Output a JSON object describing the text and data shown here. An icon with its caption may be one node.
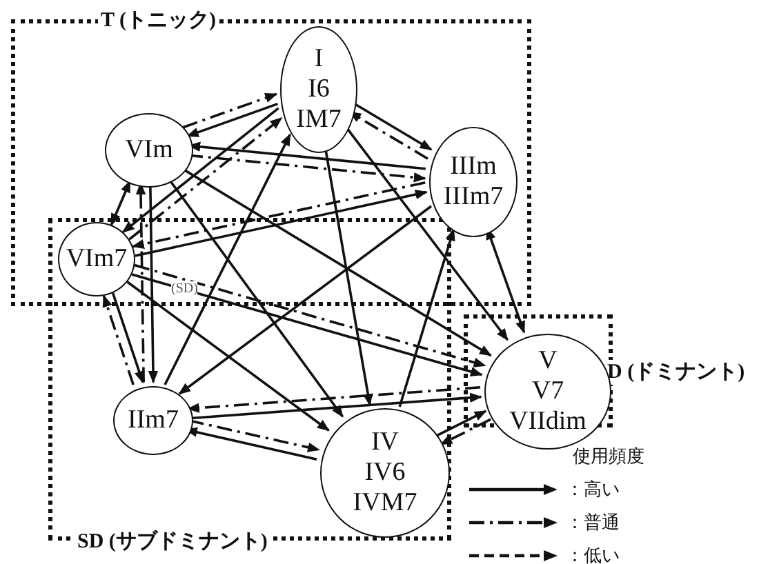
{
  "diagram": {
    "nodes": [
      {
        "text": [
          "T (トニック)"
        ]
      },
      {
        "text": [
          "SD (サブドミナント)"
        ]
      },
      {
        "text": [
          "D (ドミナント)"
        ]
      },
      {
        "text": [
          "I",
          "I6",
          "IM7"
        ],
        "in": 0
      },
      {
        "text": [
          "VIm"
        ],
        "in": 0
      },
      {
        "text": [
          "IIIm",
          "IIIm7"
        ],
        "in": 0
      },
      {
        "text": [
          "VIm7"
        ]
      },
      {
        "text": [
          "IIm7"
        ],
        "in": 1
      },
      {
        "text": [
          "IV",
          "IV6",
          "IVM7"
        ],
        "in": 1
      },
      {
        "text": [
          "V",
          "V7",
          "VIIdim"
        ],
        "in": 2
      }
    ],
    "edges": [
      {
        "from": 3,
        "to": 4,
        "arrow": "to"
      },
      {
        "from": 4,
        "to": 3,
        "arrow": "to",
        "style": "dashed"
      },
      {
        "from": 6,
        "to": 3,
        "arrow": "to",
        "style": "dashed"
      },
      {
        "from": 3,
        "to": 6,
        "arrow": "to"
      },
      {
        "from": 3,
        "to": 5,
        "arrow": "to"
      },
      {
        "from": 5,
        "to": 3,
        "arrow": "to",
        "style": "dashed"
      },
      {
        "from": 5,
        "to": 4,
        "arrow": "to"
      },
      {
        "from": 4,
        "to": 5,
        "arrow": "to",
        "style": "dashed"
      },
      {
        "from": 6,
        "to": 4,
        "arrow": "both"
      },
      {
        "from": 6,
        "to": 5,
        "arrow": "to"
      },
      {
        "from": 5,
        "to": 6,
        "arrow": "to",
        "style": "dashed"
      },
      {
        "from": 5,
        "to": 9,
        "arrow": "both"
      },
      {
        "from": 8,
        "to": 5,
        "arrow": "to"
      },
      {
        "from": 7,
        "to": 3,
        "arrow": "to"
      },
      {
        "from": 3,
        "to": 8,
        "arrow": "to"
      },
      {
        "from": 3,
        "to": 9,
        "arrow": "to"
      },
      {
        "from": 4,
        "to": 8,
        "arrow": "to"
      },
      {
        "from": 4,
        "to": 9,
        "arrow": "to"
      },
      {
        "from": 4,
        "to": 7,
        "arrow": "to"
      },
      {
        "from": 7,
        "to": 4,
        "arrow": "to",
        "style": "dashed"
      },
      {
        "from": 6,
        "to": 7,
        "arrow": "to"
      },
      {
        "from": 7,
        "to": 6,
        "arrow": "to",
        "style": "dashed"
      },
      {
        "from": 6,
        "to": 8,
        "arrow": "to"
      },
      {
        "from": 6,
        "to": 9,
        "arrow": "to",
        "style": "dashed"
      },
      {
        "from": 6,
        "to": 9,
        "arrow": "to"
      },
      {
        "from": 5,
        "to": 7,
        "arrow": "to"
      },
      {
        "from": 7,
        "to": 8,
        "arrow": "to",
        "style": "dashed"
      },
      {
        "from": 8,
        "to": 7,
        "arrow": "to"
      },
      {
        "from": 9,
        "to": 7,
        "arrow": "to",
        "style": "dashed"
      },
      {
        "from": 8,
        "to": 9,
        "arrow": "to"
      },
      {
        "from": 9,
        "to": 8,
        "arrow": "to",
        "style": "dashed"
      },
      {
        "from": 7,
        "to": 9,
        "arrow": "to"
      }
    ],
    "labels": [
      "(SD)",
      "使用頻度"
    ],
    "legend": [
      {
        "text": "：高い"
      },
      {
        "text": "：普通"
      },
      {
        "text": "：低い"
      }
    ]
  }
}
